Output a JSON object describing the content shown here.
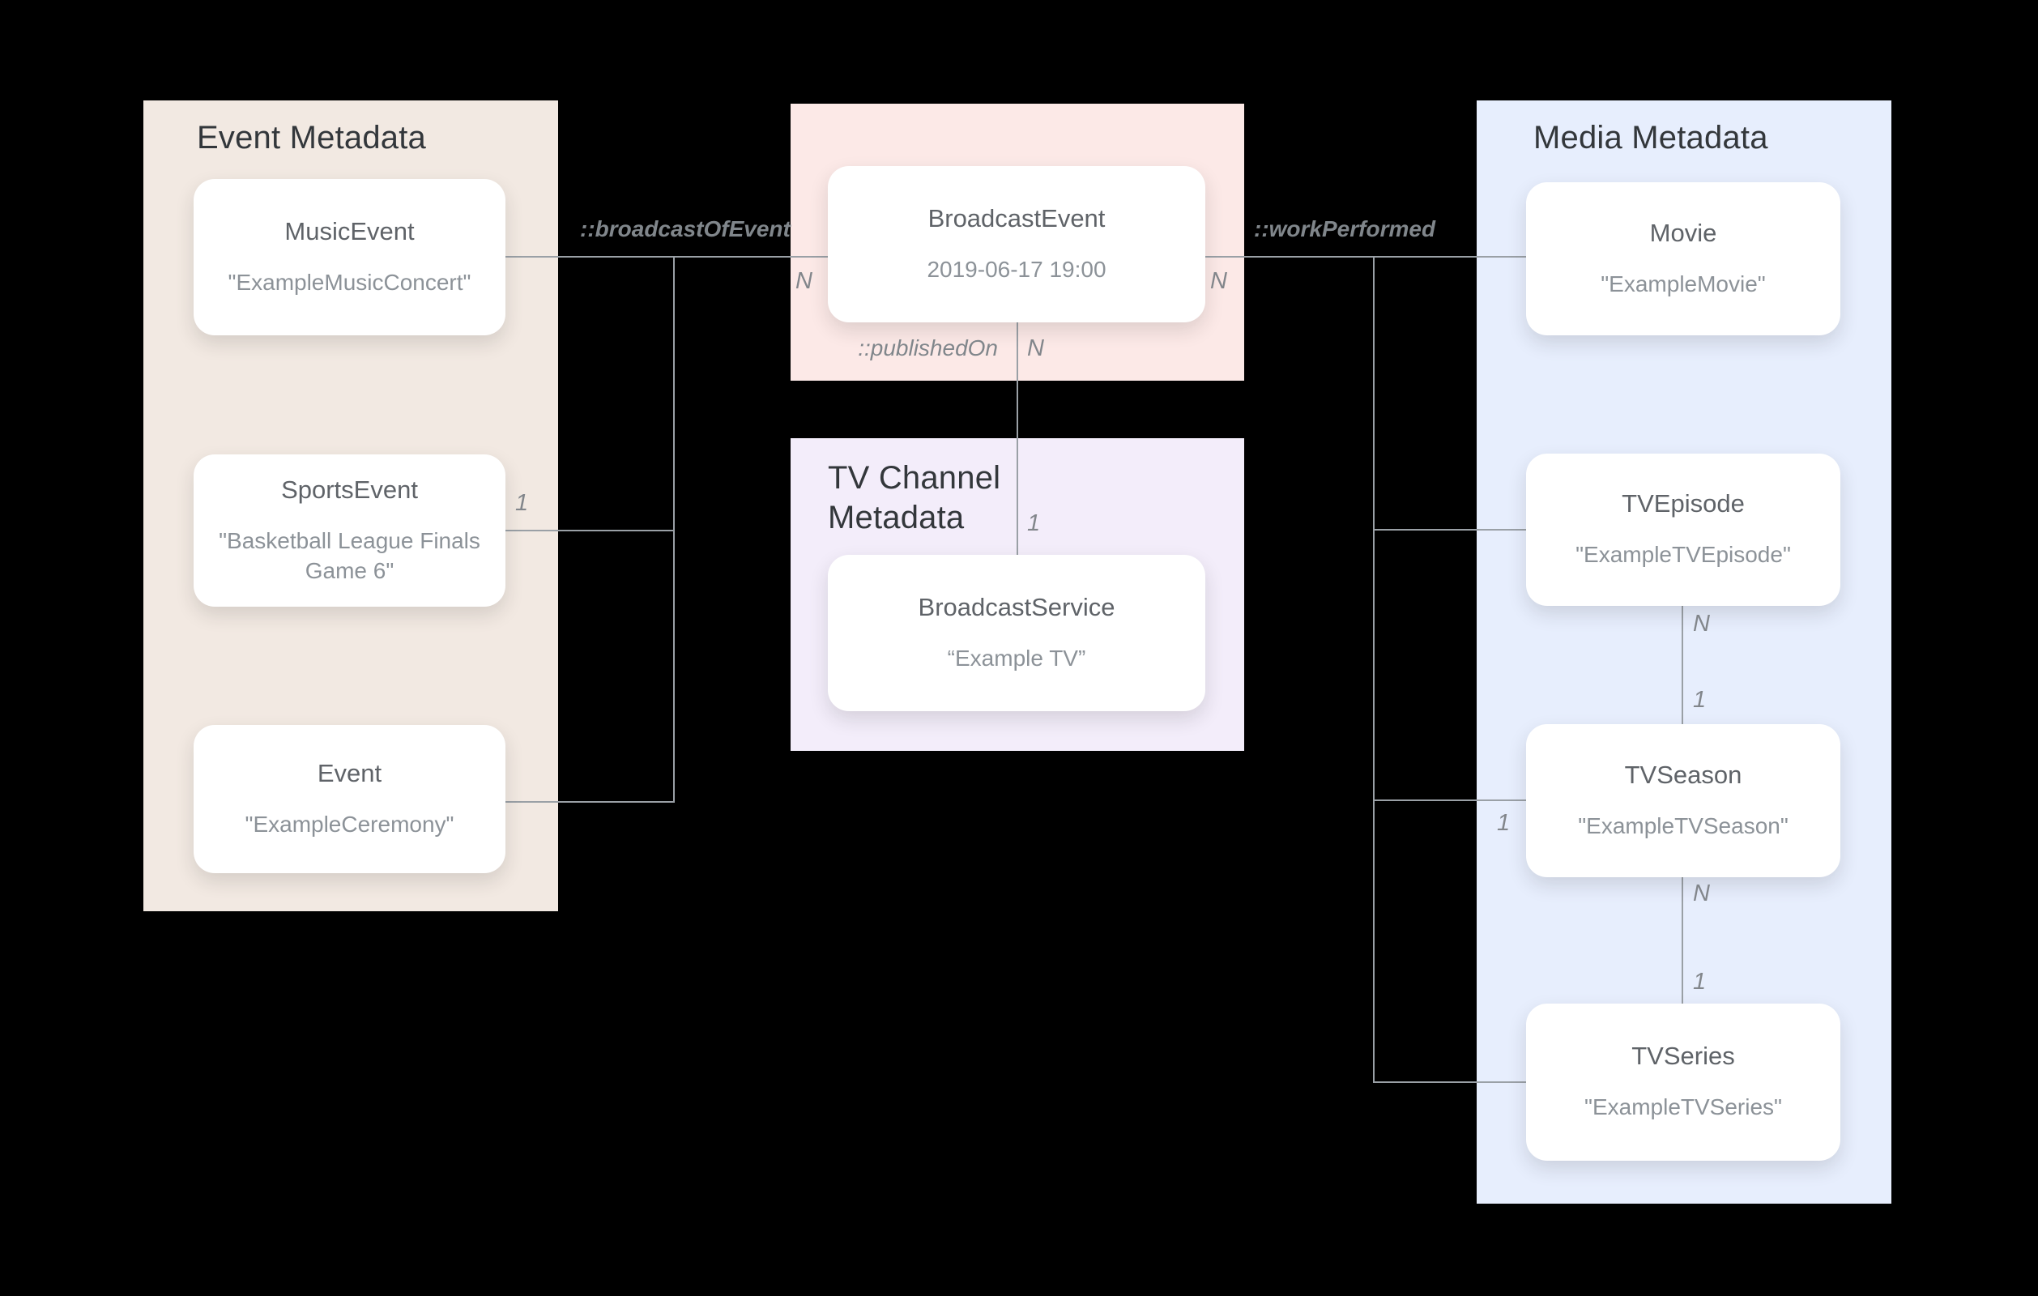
{
  "diagram": {
    "background_color": "#000000",
    "line_color": "#9aa0a6",
    "panel_colors": {
      "event_metadata": "#f2e9e2",
      "broadcast": "#fce9e7",
      "tv_channel_metadata": "#f3edfa",
      "media_metadata": "#e7eefd"
    }
  },
  "panels": {
    "event": {
      "title": "Event Metadata"
    },
    "tv_channel": {
      "title": "TV Channel Metadata"
    },
    "media": {
      "title": "Media Metadata"
    }
  },
  "nodes": {
    "music_event": {
      "title": "MusicEvent",
      "value": "\"ExampleMusicConcert\""
    },
    "sports_event": {
      "title": "SportsEvent",
      "value": "\"Basketball League Finals Game 6\""
    },
    "event": {
      "title": "Event",
      "value": "\"ExampleCeremony\""
    },
    "broadcast_event": {
      "title": "BroadcastEvent",
      "value": "2019-06-17 19:00"
    },
    "broadcast_service": {
      "title": "BroadcastService",
      "value": "“Example TV”"
    },
    "movie": {
      "title": "Movie",
      "value": "\"ExampleMovie\""
    },
    "tv_episode": {
      "title": "TVEpisode",
      "value": "\"ExampleTVEpisode\""
    },
    "tv_season": {
      "title": "TVSeason",
      "value": "\"ExampleTVSeason\""
    },
    "tv_series": {
      "title": "TVSeries",
      "value": "\"ExampleTVSeries\""
    }
  },
  "edges": {
    "broadcast_of_event": {
      "label": "::broadcastOfEvent",
      "n": "N",
      "one": "1"
    },
    "work_performed": {
      "label": "::workPerformed",
      "n": "N",
      "one": "1"
    },
    "published_on": {
      "label": "::publishedOn",
      "n": "N",
      "one": "1"
    },
    "episode_to_season": {
      "n": "N",
      "one": "1"
    },
    "season_to_series": {
      "n": "N",
      "one": "1"
    }
  }
}
